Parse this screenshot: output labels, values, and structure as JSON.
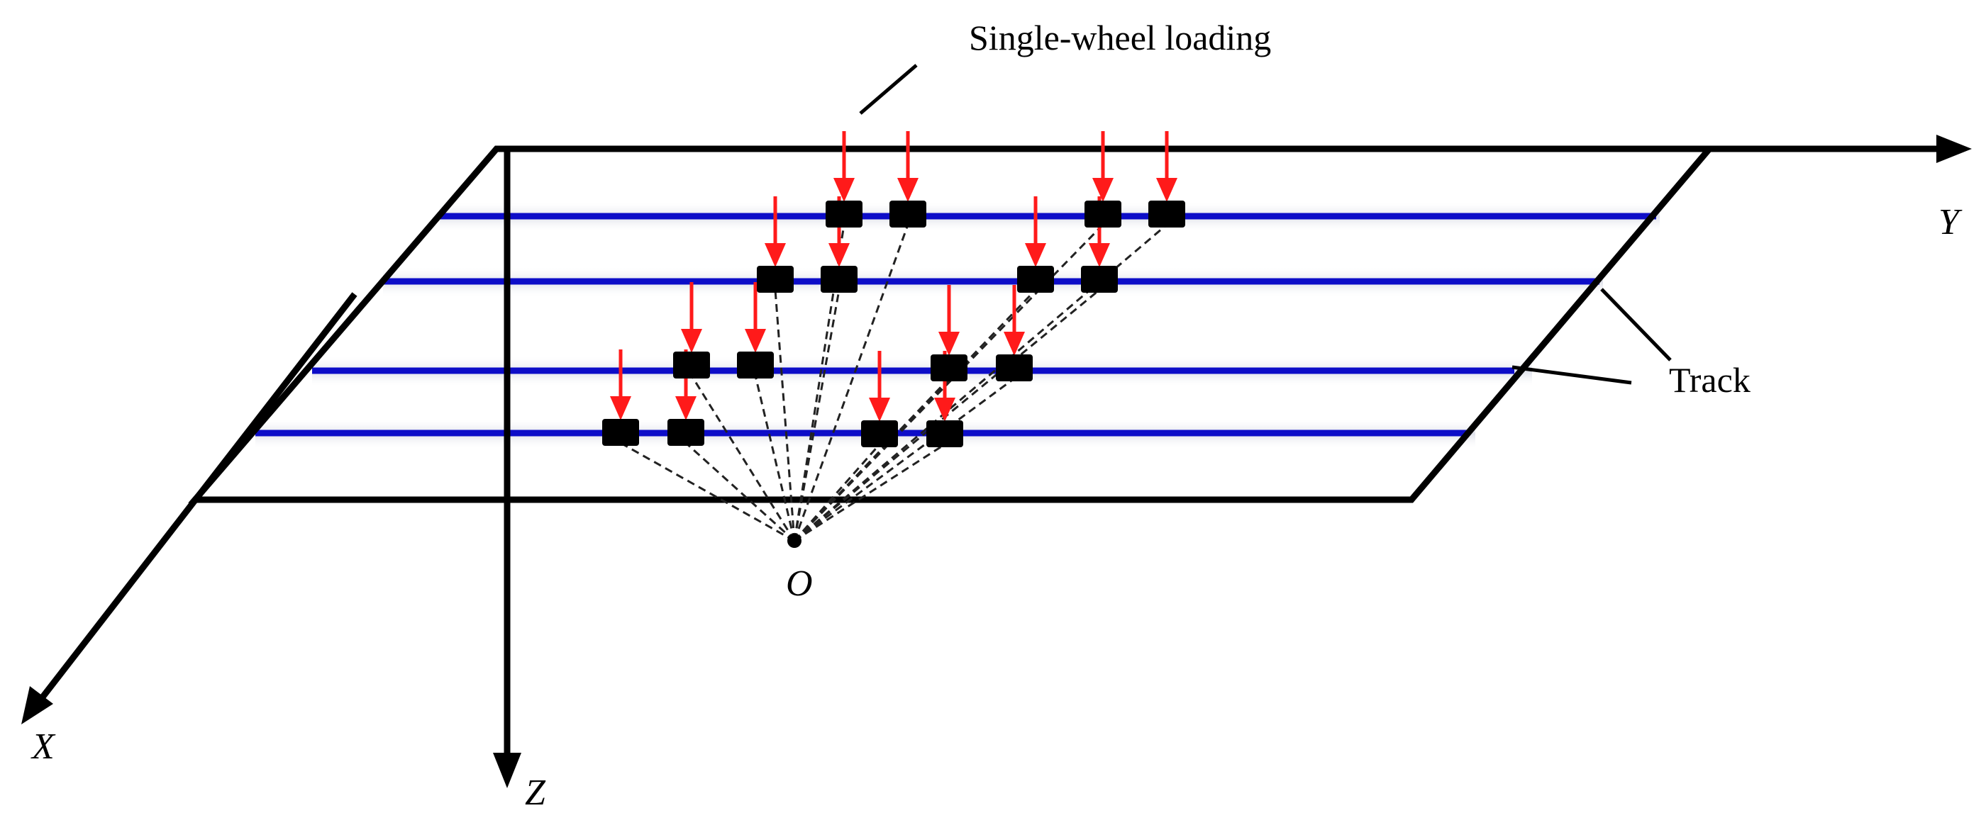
{
  "labels": {
    "single_wheel_loading": "Single-wheel loading",
    "track": "Track",
    "axis_x": "X",
    "axis_y": "Y",
    "axis_z": "Z",
    "origin": "O"
  },
  "colors": {
    "track_line": "#0d0dc8",
    "load_arrow": "#ff1a1a",
    "wheel": "#000000",
    "frame": "#000000"
  },
  "diagram": {
    "track_count": 4,
    "wheel_loads_per_track": 4,
    "wheel_icon": "black-rectangle",
    "load_icon": "red-down-arrow"
  }
}
